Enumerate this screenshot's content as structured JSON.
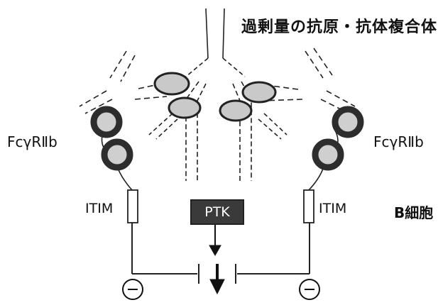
{
  "labels": {
    "title": "過剰量の抗原・抗体複合体",
    "receptor_left": "FcγRⅡb",
    "receptor_right": "FcγRⅡb",
    "itim_left": "ITIM",
    "itim_right": "ITIM",
    "kinase": "PTK",
    "cell": "B細胞"
  },
  "colors": {
    "ink": "#111111",
    "receptor_ring": "#3d3d3d",
    "kinase_fill": "#3a3a3a"
  }
}
